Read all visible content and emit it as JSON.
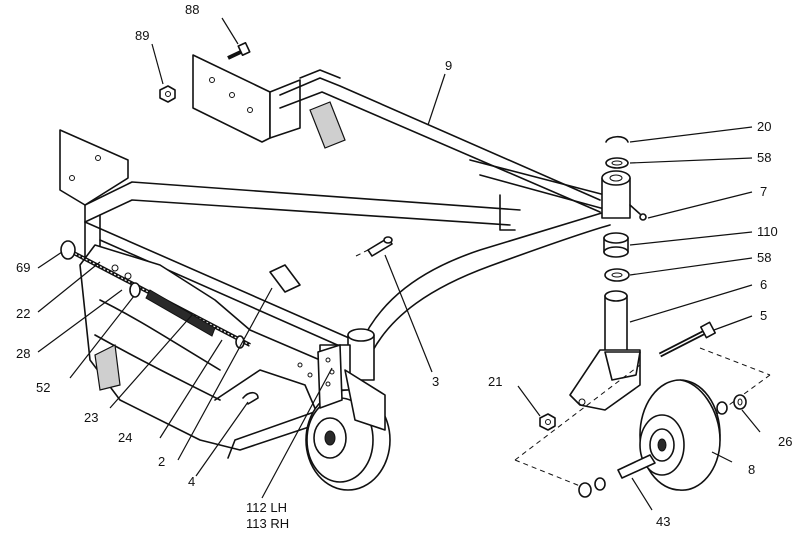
{
  "callouts": {
    "c88": "88",
    "c89": "89",
    "c9": "9",
    "c20": "20",
    "c58a": "58",
    "c7": "7",
    "c110": "110",
    "c58b": "58",
    "c6": "6",
    "c5": "5",
    "c69": "69",
    "c22": "22",
    "c28": "28",
    "c52": "52",
    "c23": "23",
    "c24": "24",
    "c2": "2",
    "c4": "4",
    "c3": "3",
    "c21": "21",
    "c26": "26",
    "c8": "8",
    "c43": "43",
    "c112": "112 LH",
    "c113": "113 RH"
  }
}
